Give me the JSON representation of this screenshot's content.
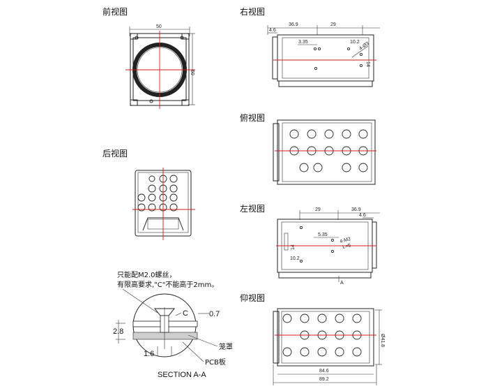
{
  "views": {
    "front": "前视图",
    "right": "右视图",
    "top": "俯视图",
    "back": "后视图",
    "left": "左视图",
    "bottom": "仰视图"
  },
  "front_dims": {
    "width": "50",
    "height": "60"
  },
  "right_dims": {
    "d1": "36.9",
    "d2": "29",
    "d3": "4.6",
    "d4": "3.35",
    "d5": "10.2",
    "d6": "4-Ø3",
    "d7": "14"
  },
  "left_dims": {
    "d1": "29",
    "d2": "36.9",
    "d3": "4.6",
    "d4": "5.35",
    "d5": "4-M2",
    "d6": "L=5",
    "d7": "14",
    "d8": "10.2",
    "section_mark": "A"
  },
  "bottom_dims": {
    "len1": "84.6",
    "len2": "89.2",
    "height": "Ø41.8"
  },
  "section": {
    "note_line1": "只能配M2.0螺丝，",
    "note_line2": "有限高要求,\"C\"不能高于2mm。",
    "c_label": "C",
    "dim_07": "0.7",
    "dim_28": "2.8",
    "dim_16": "1.6",
    "cage": "笼罩",
    "pcb": "PCB板",
    "title": "SECTION A-A"
  },
  "colors": {
    "centerline": "#d21a1a",
    "line": "#222222"
  }
}
